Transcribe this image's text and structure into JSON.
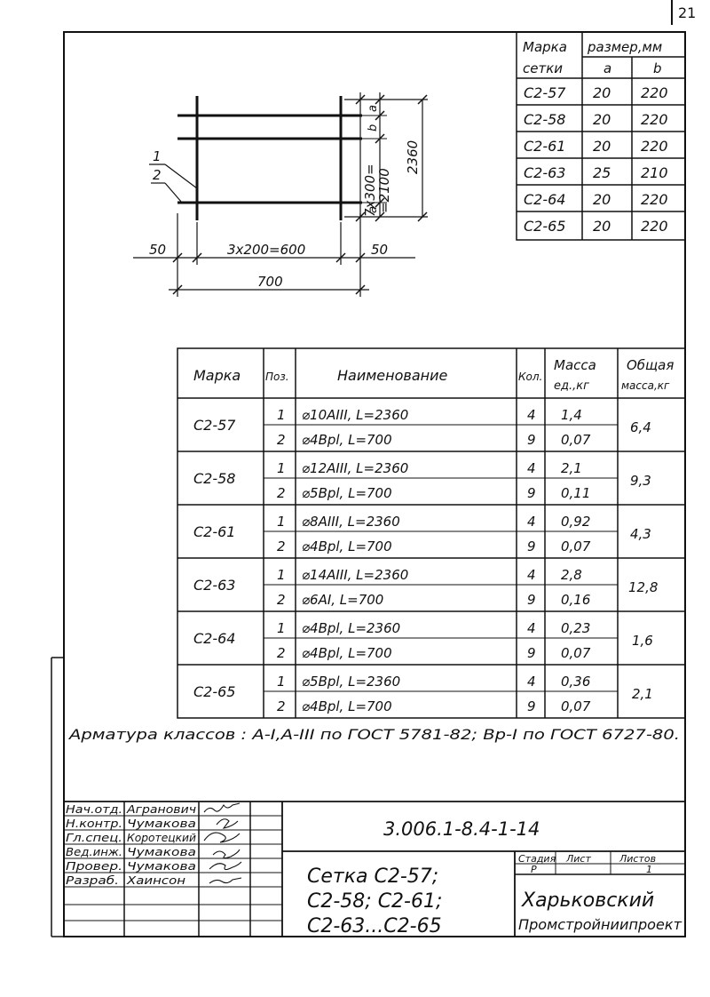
{
  "page_number": "21",
  "size_table": {
    "header_mark": [
      "Марка",
      "сетки"
    ],
    "header_size": "размер,мм",
    "col_a": "a",
    "col_b": "b",
    "rows": [
      {
        "mark": "С2-57",
        "a": "20",
        "b": "220"
      },
      {
        "mark": "С2-58",
        "a": "20",
        "b": "220"
      },
      {
        "mark": "С2-61",
        "a": "20",
        "b": "220"
      },
      {
        "mark": "С2-63",
        "a": "25",
        "b": "210"
      },
      {
        "mark": "С2-64",
        "a": "20",
        "b": "220"
      },
      {
        "mark": "С2-65",
        "a": "20",
        "b": "220"
      }
    ]
  },
  "drawing": {
    "pos1": "1",
    "pos2": "2",
    "dim_left": "50",
    "dim_mid": "3x200=600",
    "dim_right": "50",
    "dim_total": "700",
    "dim_spacing_1": "7x300=",
    "dim_spacing_2": "=2100",
    "dim_height": "2360",
    "dim_a_top": "a",
    "dim_b": "b",
    "dim_a_bottom": "a"
  },
  "spec_table": {
    "headers": {
      "mark": "Марка",
      "pos": "Поз.",
      "name": "Наименование",
      "qty": "Кол.",
      "unit_mass": [
        "Масса",
        "ед.,кг"
      ],
      "total_mass": [
        "Общая",
        "масса,кг"
      ]
    },
    "groups": [
      {
        "mark": "С2-57",
        "total": "6,4",
        "items": [
          {
            "pos": "1",
            "name": "⌀10AIII, L=2360",
            "qty": "4",
            "mass": "1,4"
          },
          {
            "pos": "2",
            "name": "⌀4Bpl, L=700",
            "qty": "9",
            "mass": "0,07"
          }
        ]
      },
      {
        "mark": "С2-58",
        "total": "9,3",
        "items": [
          {
            "pos": "1",
            "name": "⌀12AIII, L=2360",
            "qty": "4",
            "mass": "2,1"
          },
          {
            "pos": "2",
            "name": "⌀5Bpl, L=700",
            "qty": "9",
            "mass": "0,11"
          }
        ]
      },
      {
        "mark": "С2-61",
        "total": "4,3",
        "items": [
          {
            "pos": "1",
            "name": "⌀8AIII, L=2360",
            "qty": "4",
            "mass": "0,92"
          },
          {
            "pos": "2",
            "name": "⌀4Bpl, L=700",
            "qty": "9",
            "mass": "0,07"
          }
        ]
      },
      {
        "mark": "С2-63",
        "total": "12,8",
        "items": [
          {
            "pos": "1",
            "name": "⌀14AIII, L=2360",
            "qty": "4",
            "mass": "2,8"
          },
          {
            "pos": "2",
            "name": "⌀6AI, L=700",
            "qty": "9",
            "mass": "0,16"
          }
        ]
      },
      {
        "mark": "С2-64",
        "total": "1,6",
        "items": [
          {
            "pos": "1",
            "name": "⌀4Bpl, L=2360",
            "qty": "4",
            "mass": "0,23"
          },
          {
            "pos": "2",
            "name": "⌀4Bpl, L=700",
            "qty": "9",
            "mass": "0,07"
          }
        ]
      },
      {
        "mark": "С2-65",
        "total": "2,1",
        "items": [
          {
            "pos": "1",
            "name": "⌀5Bpl, L=2360",
            "qty": "4",
            "mass": "0,36"
          },
          {
            "pos": "2",
            "name": "⌀4Bpl, L=700",
            "qty": "9",
            "mass": "0,07"
          }
        ]
      }
    ]
  },
  "note": "Арматура классов : A-I,A-III по ГОСТ 5781-82; Bp-I по ГОСТ 6727-80.",
  "title_block": {
    "signers": [
      {
        "role": "Нач.отд.",
        "name": "Агранович"
      },
      {
        "role": "Н.контр.",
        "name": "Чумакова"
      },
      {
        "role": "Гл.спец.",
        "name": "Коротецкий"
      },
      {
        "role": "Вед.инж.",
        "name": "Чумакова"
      },
      {
        "role": "Провер.",
        "name": "Чумакова"
      },
      {
        "role": "Разраб.",
        "name": "Хаинсон"
      }
    ],
    "doc_code": "3.006.1-8.4-1-14",
    "title_lines": [
      "Сетка С2-57;",
      "С2-58; С2-61;",
      "С2-63...С2-65"
    ],
    "stage_label": "Стадия",
    "sheet_label": "Лист",
    "sheets_label": "Листов",
    "stage_value": "Р",
    "sheets_value": "1",
    "org_lines": [
      "Харьковский",
      "Промстройниипроект"
    ]
  }
}
